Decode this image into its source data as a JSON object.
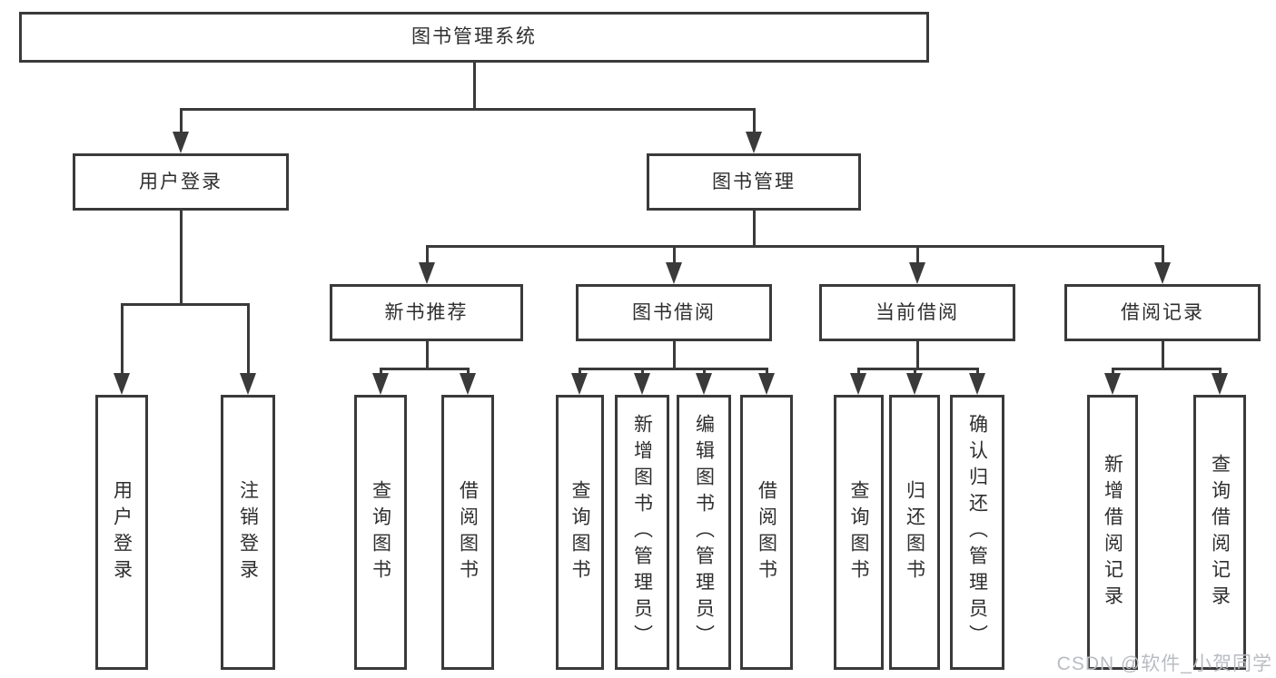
{
  "diagram_type": "hierarchy-functional-structure",
  "tree": {
    "label": "图书管理系统",
    "children": [
      {
        "label": "用户登录",
        "children": [
          {
            "label": "用户登录"
          },
          {
            "label": "注销登录"
          }
        ]
      },
      {
        "label": "图书管理",
        "children": [
          {
            "label": "新书推荐",
            "children": [
              {
                "label": "查询图书"
              },
              {
                "label": "借阅图书"
              }
            ]
          },
          {
            "label": "图书借阅",
            "children": [
              {
                "label": "查询图书"
              },
              {
                "label": "新增图书（管理员）"
              },
              {
                "label": "编辑图书（管理员）"
              },
              {
                "label": "借阅图书"
              }
            ]
          },
          {
            "label": "当前借阅",
            "children": [
              {
                "label": "查询图书"
              },
              {
                "label": "归还图书"
              },
              {
                "label": "确认归还（管理员）"
              }
            ]
          },
          {
            "label": "借阅记录",
            "children": [
              {
                "label": "新增借阅记录"
              },
              {
                "label": "查询借阅记录"
              }
            ]
          }
        ]
      }
    ]
  },
  "watermark": {
    "text": "CSDN @软件_小贺同学"
  },
  "colors": {
    "line": "#3a3a3a",
    "text": "#2e2e2e",
    "box_fill": "#ffffff",
    "background": "#ffffff",
    "watermark": "#b9bcc2"
  }
}
